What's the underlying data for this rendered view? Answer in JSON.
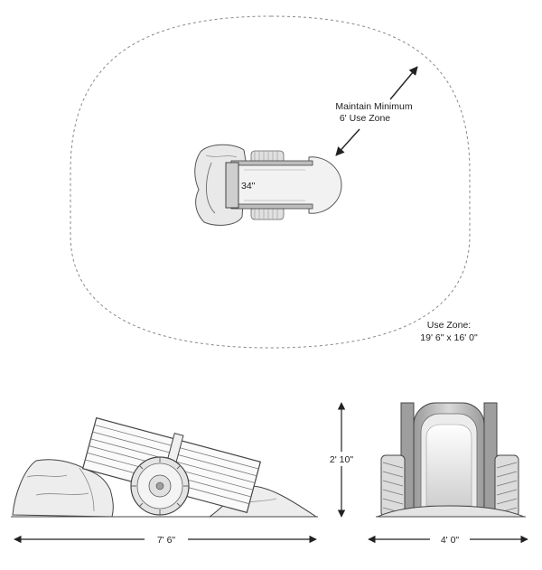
{
  "plan_view": {
    "clearance_note_line1": "Maintain Minimum",
    "clearance_note_line2": "6' Use Zone",
    "platform_height": "34\"",
    "use_zone_title": "Use Zone:",
    "use_zone_size": "19' 6\" x 16' 0\""
  },
  "side_view": {
    "length": "7' 6\"",
    "height": "2' 10\""
  },
  "front_view": {
    "width": "4' 0\""
  },
  "colors": {
    "line": "#222222",
    "zone_dash": "#888888",
    "shade_light": "#e6e6e6",
    "shade_mid": "#bdbdbd",
    "shade_dark": "#8a8a8a"
  }
}
